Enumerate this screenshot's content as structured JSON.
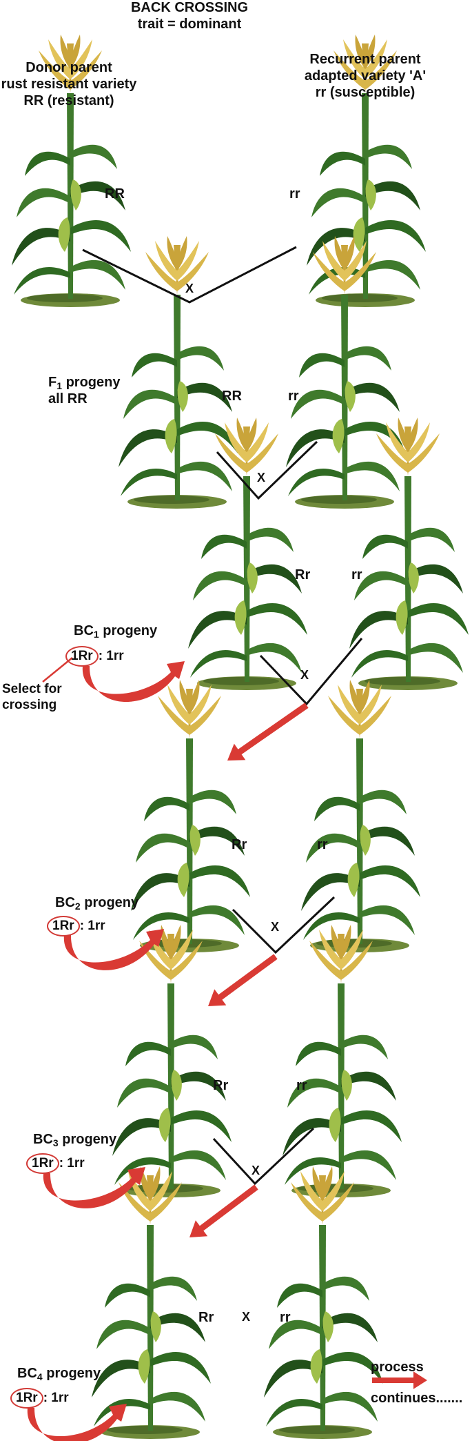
{
  "title": "BACK CROSSING",
  "subtitle": "trait = dominant",
  "donor": {
    "l1": "Donor parent",
    "l2": "rust resistant variety",
    "l3": "RR (resistant)",
    "genotype": "RR"
  },
  "recurrent": {
    "l1": "Recurrent parent",
    "l2": "adapted variety 'A'",
    "l3": "rr (susceptible)",
    "genotype": "rr"
  },
  "cross_symbol": "X",
  "f1": {
    "l1_main": "F",
    "l1_sub": "1",
    "l1_tail": " progeny",
    "l2": "all RR",
    "genotype": "RR",
    "partner": "rr"
  },
  "bc": [
    {
      "main": "BC",
      "sub": "1",
      "tail": " progeny",
      "sel": "1Rr",
      "rest": ": 1rr",
      "genotype": "Rr",
      "partner": "rr"
    },
    {
      "main": "BC",
      "sub": "2",
      "tail": " progeny",
      "sel": "1Rr",
      "rest": ": 1rr",
      "genotype": "Rr",
      "partner": "rr"
    },
    {
      "main": "BC",
      "sub": "3",
      "tail": " progeny",
      "sel": "1Rr",
      "rest": ": 1rr",
      "genotype": "Rr",
      "partner": "rr"
    },
    {
      "main": "BC",
      "sub": "4",
      "tail": " progeny",
      "sel": "1Rr",
      "rest": ": 1rr",
      "genotype": "Rr",
      "partner": "rr"
    }
  ],
  "select_note": {
    "l1": "Select for",
    "l2": "crossing"
  },
  "continues": {
    "l1": "process",
    "l2": "continues......."
  },
  "colors": {
    "arrow": "#d93a34",
    "line": "#111111",
    "leaf": "#3f7a2c",
    "leaf_dark": "#22501a",
    "tassel": "#d8b64a",
    "ground": "#6f8a3a"
  }
}
